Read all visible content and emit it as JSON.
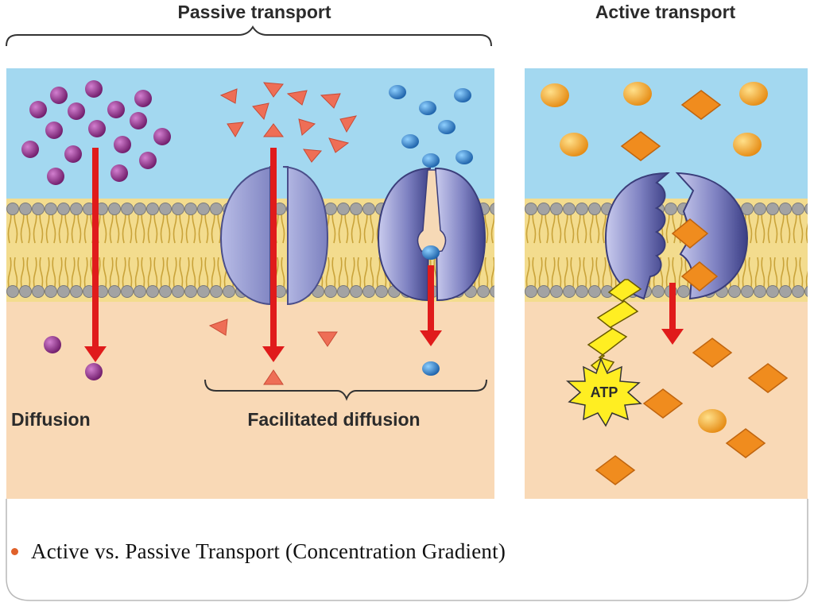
{
  "headings": {
    "passive": "Passive transport",
    "active": "Active transport"
  },
  "labels": {
    "diffusion": "Diffusion",
    "facilitated": "Facilitated diffusion",
    "atp": "ATP"
  },
  "caption": "Active vs. Passive Transport (Concentration Gradient)",
  "colors": {
    "extracellular": "#9fd6ef",
    "intracellular": "#f8d9b8",
    "lipid_head": "#9a9a9a",
    "lipid_tail": "#e9c85a",
    "protein": "#9a9fd0",
    "arrow": "#e01b1b",
    "diffusion_molecule": "#8e2a86",
    "facilitated_triangle": "#ee6e56",
    "facilitated_sphere": "#2f86d0",
    "active_sphere": "#f2a52b",
    "active_diamond": "#f08c1e",
    "atp_burst": "#ffee22",
    "bullet": "#e0612a"
  },
  "icons": [
    "diffusion-molecule-icon",
    "triangle-solute-icon",
    "sphere-solute-icon",
    "orange-sphere-icon",
    "orange-diamond-icon",
    "channel-protein-icon",
    "carrier-protein-icon",
    "pump-protein-icon",
    "atp-burst-icon",
    "lightning-icon",
    "down-arrow-icon"
  ]
}
